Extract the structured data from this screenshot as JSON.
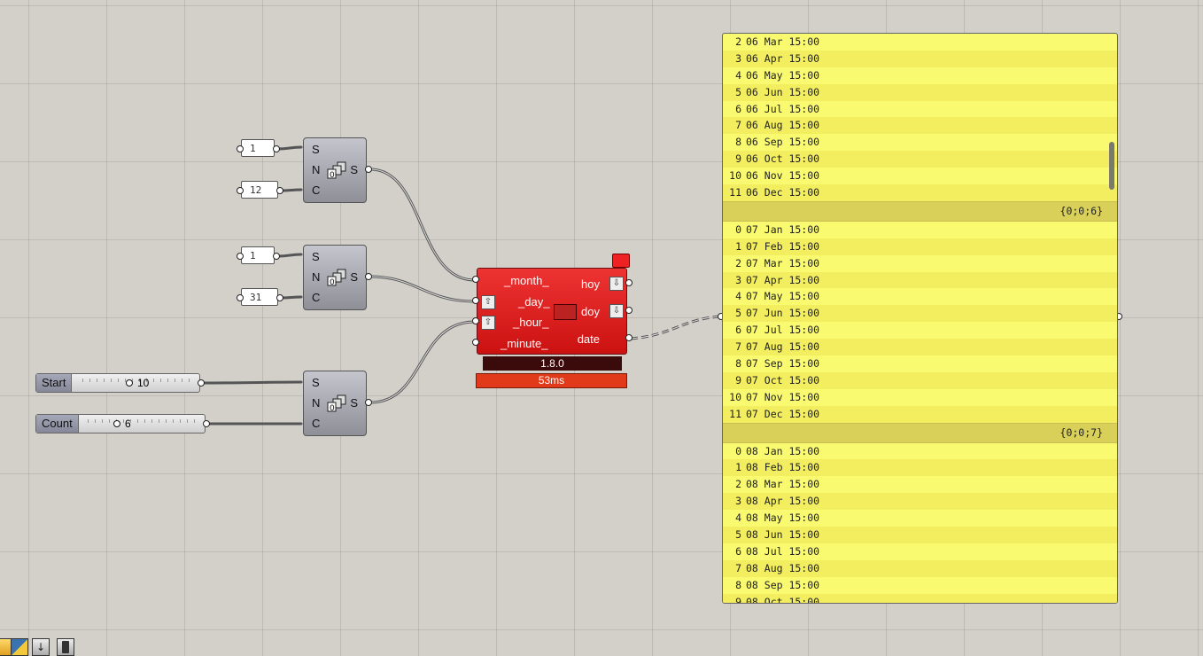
{
  "canvas": {
    "background": "#d3d0ca"
  },
  "number_panels": [
    "1",
    "12",
    "1",
    "31"
  ],
  "series_components": [
    {
      "inputs": [
        "S",
        "N",
        "C"
      ],
      "output": "S",
      "icon": "series-icon"
    },
    {
      "inputs": [
        "S",
        "N",
        "C"
      ],
      "output": "S",
      "icon": "series-icon"
    },
    {
      "inputs": [
        "S",
        "N",
        "C"
      ],
      "output": "S",
      "icon": "series-icon"
    }
  ],
  "sliders": [
    {
      "name": "Start",
      "value": "10"
    },
    {
      "name": "Count",
      "value": "6"
    }
  ],
  "calc_component": {
    "inputs": [
      "_month_",
      "_day_",
      "_hour_",
      "_minute_"
    ],
    "outputs": [
      "hoy",
      "doy",
      "date"
    ],
    "version": "1.8.0",
    "runtime": "53ms",
    "color": "#d42222"
  },
  "panel": {
    "color": "#fafa70",
    "groups": [
      {
        "branch": "",
        "rows": [
          {
            "i": "2",
            "t": "06 Mar 15:00"
          },
          {
            "i": "3",
            "t": "06 Apr 15:00"
          },
          {
            "i": "4",
            "t": "06 May 15:00"
          },
          {
            "i": "5",
            "t": "06 Jun 15:00"
          },
          {
            "i": "6",
            "t": "06 Jul 15:00"
          },
          {
            "i": "7",
            "t": "06 Aug 15:00"
          },
          {
            "i": "8",
            "t": "06 Sep 15:00"
          },
          {
            "i": "9",
            "t": "06 Oct 15:00"
          },
          {
            "i": "10",
            "t": "06 Nov 15:00"
          },
          {
            "i": "11",
            "t": "06 Dec 15:00"
          }
        ]
      },
      {
        "branch": "{0;0;6}",
        "rows": [
          {
            "i": "0",
            "t": "07 Jan 15:00"
          },
          {
            "i": "1",
            "t": "07 Feb 15:00"
          },
          {
            "i": "2",
            "t": "07 Mar 15:00"
          },
          {
            "i": "3",
            "t": "07 Apr 15:00"
          },
          {
            "i": "4",
            "t": "07 May 15:00"
          },
          {
            "i": "5",
            "t": "07 Jun 15:00"
          },
          {
            "i": "6",
            "t": "07 Jul 15:00"
          },
          {
            "i": "7",
            "t": "07 Aug 15:00"
          },
          {
            "i": "8",
            "t": "07 Sep 15:00"
          },
          {
            "i": "9",
            "t": "07 Oct 15:00"
          },
          {
            "i": "10",
            "t": "07 Nov 15:00"
          },
          {
            "i": "11",
            "t": "07 Dec 15:00"
          }
        ]
      },
      {
        "branch": "{0;0;7}",
        "rows": [
          {
            "i": "0",
            "t": "08 Jan 15:00"
          },
          {
            "i": "1",
            "t": "08 Feb 15:00"
          },
          {
            "i": "2",
            "t": "08 Mar 15:00"
          },
          {
            "i": "3",
            "t": "08 Apr 15:00"
          },
          {
            "i": "4",
            "t": "08 May 15:00"
          },
          {
            "i": "5",
            "t": "08 Jun 15:00"
          },
          {
            "i": "6",
            "t": "08 Jul 15:00"
          },
          {
            "i": "7",
            "t": "08 Aug 15:00"
          },
          {
            "i": "8",
            "t": "08 Sep 15:00"
          },
          {
            "i": "9",
            "t": "08 Oct 15:00"
          }
        ]
      }
    ]
  },
  "taskbar": {
    "icons": [
      "folder-icon",
      "python-icon",
      "download-icon",
      "phone-icon"
    ]
  }
}
